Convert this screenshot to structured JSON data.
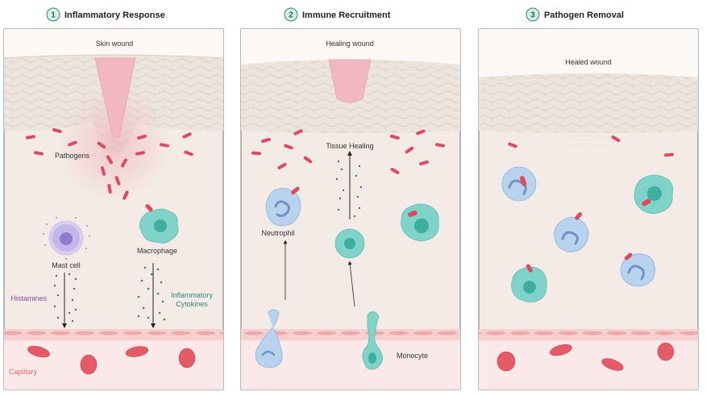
{
  "panels": [
    {
      "number": "1",
      "title": "Inflammatory Response",
      "wound_label": "Skin wound"
    },
    {
      "number": "2",
      "title": "Immune Recruitment",
      "wound_label": "Healing wound"
    },
    {
      "number": "3",
      "title": "Pathogen Removal",
      "wound_label": "Healed wound"
    }
  ],
  "labels": {
    "pathogens": "Pathogens",
    "mast_cell": "Mast cell",
    "macrophage": "Macrophage",
    "histamines": "Histamines",
    "inflammatory_cytokines_line1": "Inflammatory",
    "inflammatory_cytokines_line2": "Cytokines",
    "capillary": "Capillary",
    "tissue_healing": "Tissue Healing",
    "neutrophil": "Neutrophil",
    "monocyte": "Monocyte"
  },
  "colors": {
    "tissue": "#f4ebe6",
    "skin": "#ece3dc",
    "skin_cell_line": "#d8ccc2",
    "wound": "#f2b8c2",
    "capillary": "#f4c6c6",
    "red_blood_cell": "#e45a66",
    "pathogen": "#de4a5e",
    "neutrophil": "#b9d2ee",
    "macrophage": "#7fd3c8",
    "mast_cell": "#c3b6e8",
    "histamine": "#7a4aa6",
    "cytokine": "#2a8a86",
    "badge": "#d6f0e4"
  }
}
